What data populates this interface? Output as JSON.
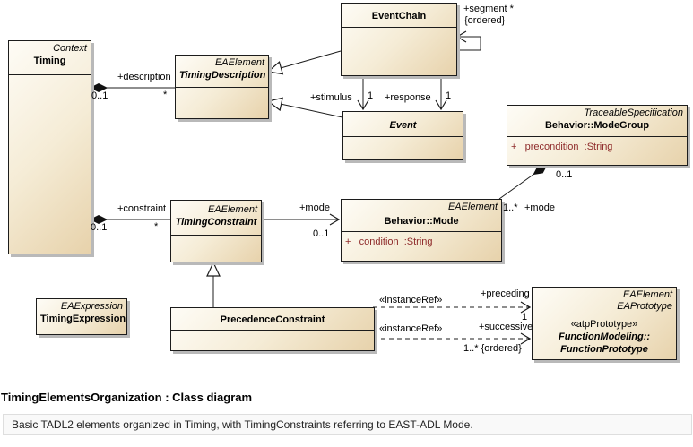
{
  "caption": {
    "title": "TimingElementsOrganization : Class diagram",
    "note": "Basic TADL2 elements organized in Timing, with TimingConstraints referring to EAST-ADL Mode."
  },
  "colors": {
    "box_fill_light": "#fefcf6",
    "box_fill_dark": "#e7d2ab",
    "box_border": "#1c1c1c",
    "attribute_text": "#8e2a2a",
    "shadow": "#b9b9b9",
    "note_bg": "#f9f9f9"
  },
  "classes": {
    "timing": {
      "stereotype": "Context",
      "name": "Timing"
    },
    "event_chain": {
      "name": "EventChain"
    },
    "timing_description": {
      "stereotype": "EAElement",
      "name": "TimingDescription"
    },
    "event": {
      "name": "Event"
    },
    "mode_group": {
      "stereotype": "TraceableSpecification",
      "name": "Behavior::ModeGroup",
      "attribute": "+   precondition  :String"
    },
    "timing_constraint": {
      "stereotype": "EAElement",
      "name": "TimingConstraint"
    },
    "mode": {
      "stereotype": "EAElement",
      "name": "Behavior::Mode",
      "attribute": "+   condition  :String"
    },
    "timing_expression": {
      "stereotype": "EAExpression",
      "name": "TimingExpression"
    },
    "precedence_constraint": {
      "name": "PrecedenceConstraint"
    },
    "function_prototype": {
      "stereotype1": "EAElement",
      "stereotype2": "EAPrototype",
      "stereotype3": "«atpPrototype»",
      "name_line1": "FunctionModeling::",
      "name_line2": "FunctionPrototype"
    }
  },
  "connector_labels": {
    "description_role": "+description",
    "description_src_mult": "0..1",
    "description_tgt_mult": "*",
    "constraint_role": "+constraint",
    "constraint_src_mult": "0..1",
    "constraint_tgt_mult": "*",
    "segment_role": "+segment *",
    "segment_constraint": "{ordered}",
    "stimulus_role": "+stimulus",
    "stimulus_mult": "1",
    "response_role": "+response",
    "response_mult": "1",
    "mode_role": "+mode",
    "mode_mult": "0..1",
    "modegroup_src_mult": "0..1",
    "modegroup_tgt_mult": "1..*",
    "modegroup_role": "+mode",
    "preceding_stereo": "«instanceRef»",
    "preceding_role": "+preceding",
    "preceding_mult": "1",
    "successive_stereo": "«instanceRef»",
    "successive_role": "+successive",
    "successive_mult": "1..* {ordered}"
  }
}
